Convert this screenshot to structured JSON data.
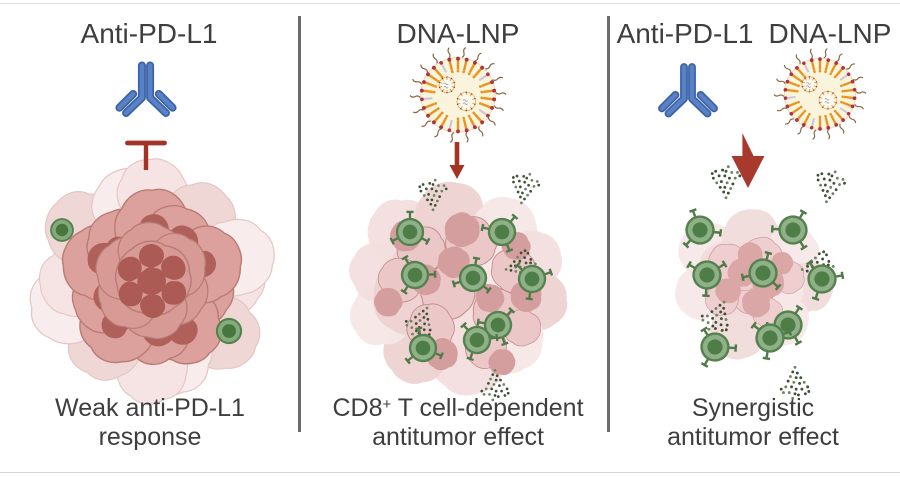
{
  "panels": [
    {
      "title": "Anti-PD-L1",
      "caption_line1": "Weak anti-PD-L1",
      "caption_line2": "response"
    },
    {
      "title": "DNA-LNP",
      "caption_cd8": "CD8",
      "caption_sup": "+",
      "caption_rest": " T cell-dependent",
      "caption_line2": "antitumor effect"
    },
    {
      "title_left": "Anti-PD-L1",
      "title_right": "DNA-LNP",
      "caption_line1": "Synergistic",
      "caption_line2": "antitumor effect"
    }
  ],
  "icons": {
    "antibody": "igg-antibody-y-shape",
    "inhibition": "t-bar-blocked-symbol",
    "lnp": "dna-lipid-nanoparticle",
    "arrow_thin": "thin-down-arrow",
    "arrow_thick": "thick-down-arrow",
    "tumor": "tumor-cell-cluster",
    "t_cell": "cd8-t-cell",
    "granules": "cytotoxic-granule-dots"
  },
  "colors": {
    "antibody_blue": "#4C76BE",
    "inhibit_red": "#A23325",
    "arrow_red": "#A73A2C",
    "tumor_pink": "#DCA19C",
    "tumor_pale": "#F3E1E0",
    "tumor_nucleus": "#B0605A",
    "t_cell_green": "#4E7D48",
    "t_cell_ring": "#8EB187",
    "lnp_orange": "#E8941F",
    "lnp_maroon": "#B03049",
    "lnp_cream": "#FAF4DC",
    "text": "#3E3E3E",
    "divider": "#6B6B6B",
    "background": "#FFFFFF"
  }
}
